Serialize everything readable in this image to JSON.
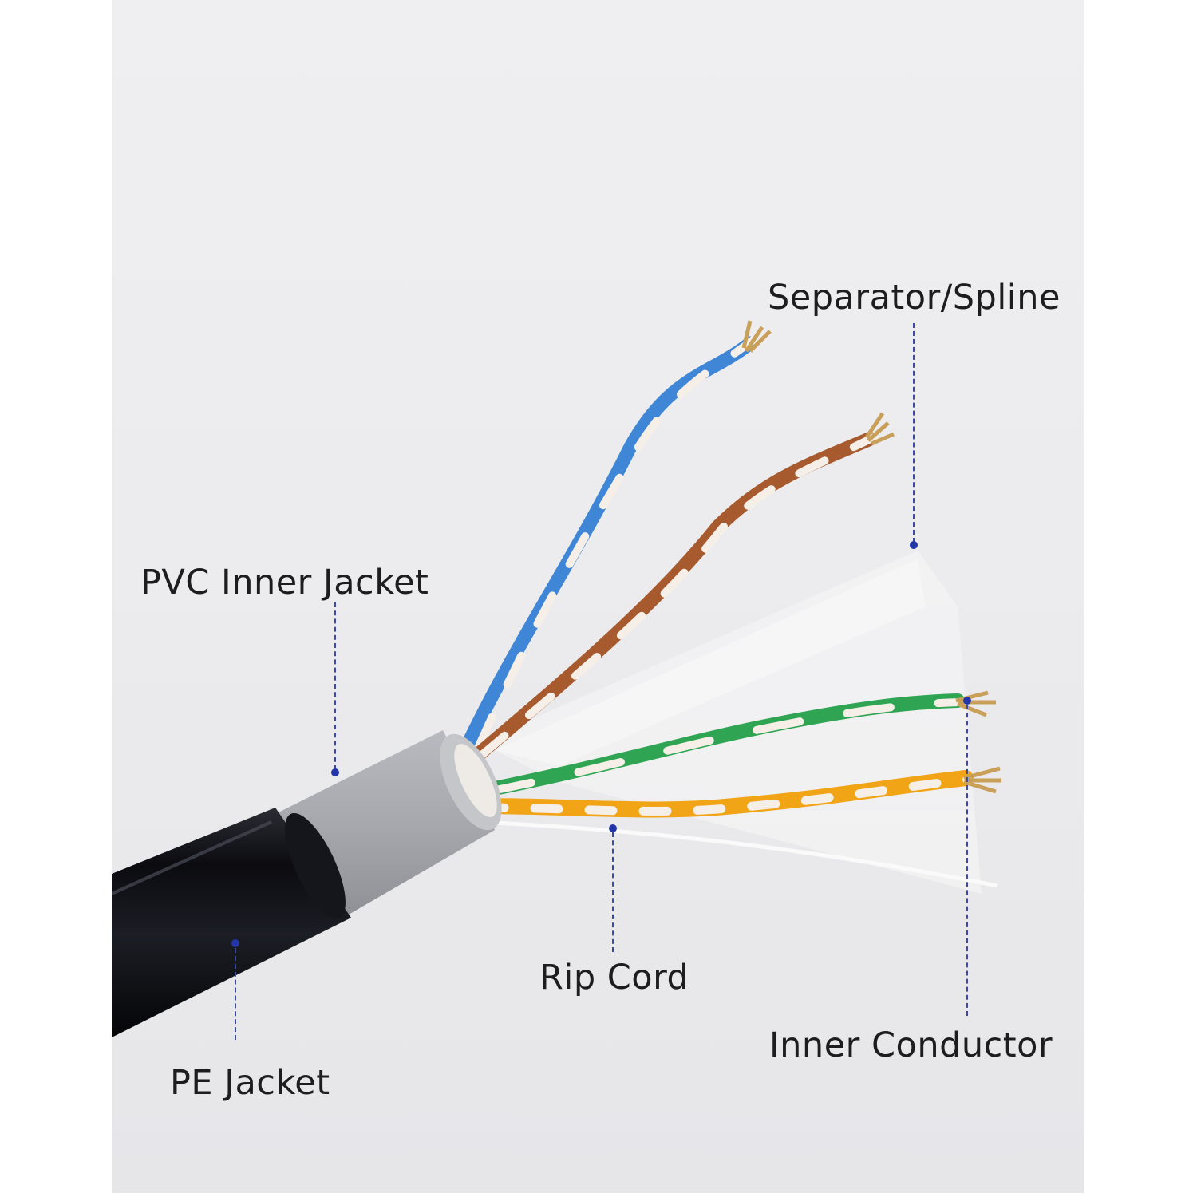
{
  "diagram": {
    "subject": "Twisted-pair network cable cross-section",
    "background_color": "#ececee",
    "leader_color": "#3b4aa8",
    "labels": [
      {
        "id": "separator",
        "text": "Separator/Spline"
      },
      {
        "id": "pvc_inner_jacket",
        "text": "PVC Inner Jacket"
      },
      {
        "id": "rip_cord",
        "text": "Rip Cord"
      },
      {
        "id": "inner_conductor",
        "text": "Inner Conductor"
      },
      {
        "id": "pe_jacket",
        "text": "PE Jacket"
      }
    ],
    "wire_pairs": [
      {
        "color_name": "blue",
        "hex": "#3f86d6"
      },
      {
        "color_name": "brown",
        "hex": "#a65a2e"
      },
      {
        "color_name": "green",
        "hex": "#2fa553"
      },
      {
        "color_name": "orange",
        "hex": "#f2a417"
      }
    ],
    "jackets": {
      "outer_pe": "#0c0c10",
      "inner_pvc": "#a9abb0"
    }
  }
}
